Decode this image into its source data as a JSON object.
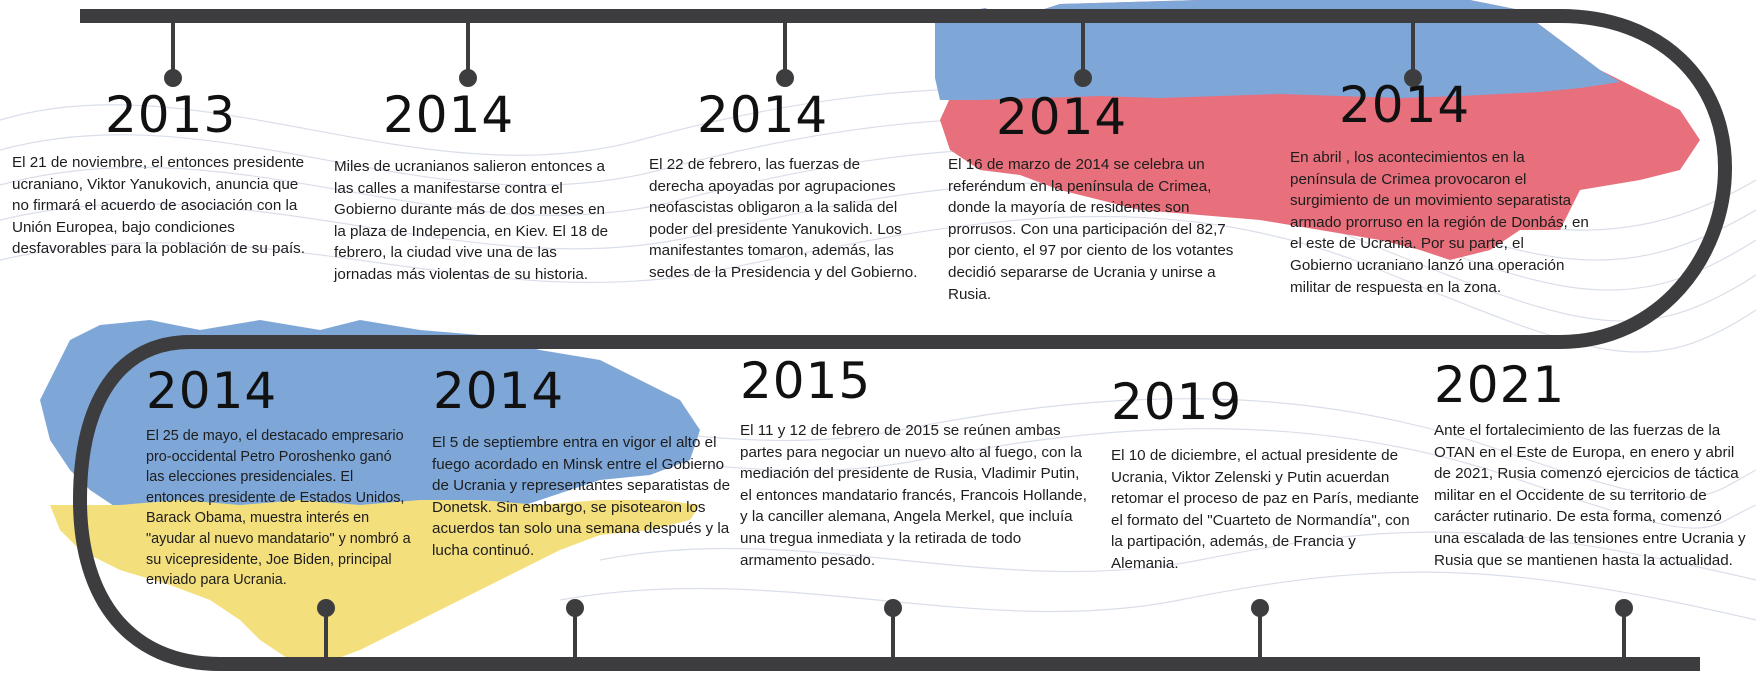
{
  "colors": {
    "track": "#3d3d3f",
    "map_red": "#e7707c",
    "map_blue": "#7ea7d8",
    "map_yellow": "#f4df7d",
    "wave_lines": "#cfd6e4"
  },
  "events": [
    {
      "year": "2013",
      "text": "El 21 de noviembre, el entonces presidente ucraniano, Viktor Yanukovich, anuncia que no firmará el acuerdo de asociación con la Unión Europea, bajo condiciones desfavorables para la población de su país."
    },
    {
      "year": "2014",
      "text": "Miles de ucranianos salieron entonces a las calles a manifestarse contra el Gobierno durante más de dos meses en la plaza de Indepencia, en Kiev. El 18 de febrero, la ciudad vive una de las jornadas más violentas de su historia."
    },
    {
      "year": "2014",
      "text": "El 22 de febrero, las fuerzas de derecha apoyadas por agrupaciones neofascistas obligaron a la salida del poder del presidente Yanukovich. Los manifestantes tomaron, además, las sedes de la Presidencia y del Gobierno."
    },
    {
      "year": "2014",
      "text": "El 16 de marzo de 2014 se celebra un referéndum en la península de Crimea, donde la mayoría de residentes son prorrusos. Con una participación del 82,7 por ciento, el 97 por ciento de los votantes decidió separarse de Ucrania y unirse a Rusia."
    },
    {
      "year": "2014",
      "text": "En abril , los acontecimientos en la península de Crimea provocaron el surgimiento de un movimiento separatista armado prorruso en la región de Donbás, en el este de Ucrania. Por su parte, el Gobierno ucraniano lanzó una operación militar de respuesta en la zona."
    },
    {
      "year": "2014",
      "text": "El 25 de mayo, el destacado empresario pro-occidental Petro Poroshenko ganó las elecciones presidenciales. El entonces presidente de Estados Unidos, Barack Obama, muestra interés en \"ayudar al nuevo mandatario\" y nombró a su vicepresidente, Joe Biden, principal enviado para Ucrania."
    },
    {
      "year": "2014",
      "text": "El 5 de septiembre entra en vigor el alto el fuego acordado en Minsk entre el Gobierno de Ucrania y representantes separatistas de Donetsk. Sin embargo, se pisotearon los acuerdos tan solo una semana después y la lucha continuó."
    },
    {
      "year": "2015",
      "text": "El 11 y 12 de febrero de 2015 se reúnen ambas partes para negociar un nuevo alto al fuego, con la mediación del presidente de Rusia, Vladimir Putin, el entonces mandatario francés, Francois Hollande, y la canciller alemana, Angela Merkel, que incluía una tregua inmediata y la retirada de todo armamento pesado."
    },
    {
      "year": "2019",
      "text": "El 10 de diciembre, el actual presidente de Ucrania, Viktor Zelenski y Putin acuerdan retomar el proceso de paz en París, mediante el formato del \"Cuarteto de Normandía\", con la partipación, además, de Francia y Alemania."
    },
    {
      "year": "2021",
      "text": "Ante el fortalecimiento de las fuerzas de la OTAN en el Este de Europa, en enero y abril de 2021, Rusia comenzó ejercicios de táctica militar en el Occidente de su territorio de carácter rutinario. De esta forma, comenzó una escalada de las tensiones entre Ucrania y Rusia que se mantienen hasta la actualidad."
    }
  ]
}
